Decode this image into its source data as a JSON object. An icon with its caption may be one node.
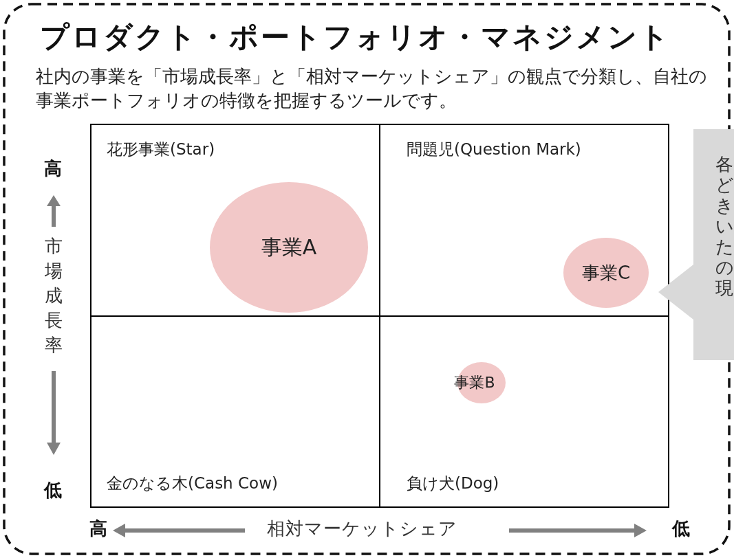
{
  "diagram": {
    "title": "プロダクト・ポートフォリオ・マネジメント",
    "nodes": [
      {
        "text": [
          "花形事業(Star)"
        ]
      },
      {
        "text": [
          "問題児(Question Mark)"
        ]
      },
      {
        "text": [
          "金のなる木(Cash Cow)"
        ]
      },
      {
        "text": [
          "負け犬(Dog)"
        ]
      },
      {
        "text": [
          "事業A"
        ],
        "in": 0
      },
      {
        "text": [
          "事業C"
        ],
        "in": 1
      },
      {
        "text": [
          "事業B"
        ],
        "in": 3
      },
      {
        "text": [
          "各どきいたの現"
        ]
      }
    ],
    "edges": [],
    "labels": [
      "社内の事業を「市場成長率」と「相対マーケットシェア」の観点で分類し、自社の事業ポートフォリオの特徴を把握するツールです。",
      "高",
      "市場成長率",
      "低",
      "高",
      "相対マーケットシェア",
      "低"
    ]
  }
}
